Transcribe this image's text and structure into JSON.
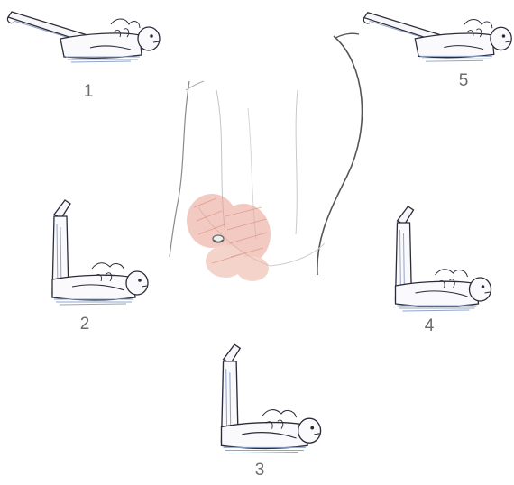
{
  "steps": [
    {
      "number": "1",
      "leg_position": "low-raise"
    },
    {
      "number": "2",
      "leg_position": "vertical"
    },
    {
      "number": "3",
      "leg_position": "vertical"
    },
    {
      "number": "4",
      "leg_position": "vertical"
    },
    {
      "number": "5",
      "leg_position": "low-raise"
    }
  ],
  "colors": {
    "outline": "#2b2b3a",
    "shade": "#8fa4c8",
    "skin_line": "#9a9a9a",
    "ab_highlight": "#e8a090",
    "label": "#6b6b6b"
  },
  "icons": {
    "center": "abdomen-torso-illustration",
    "figure": "lying-woman-leg-raise"
  }
}
